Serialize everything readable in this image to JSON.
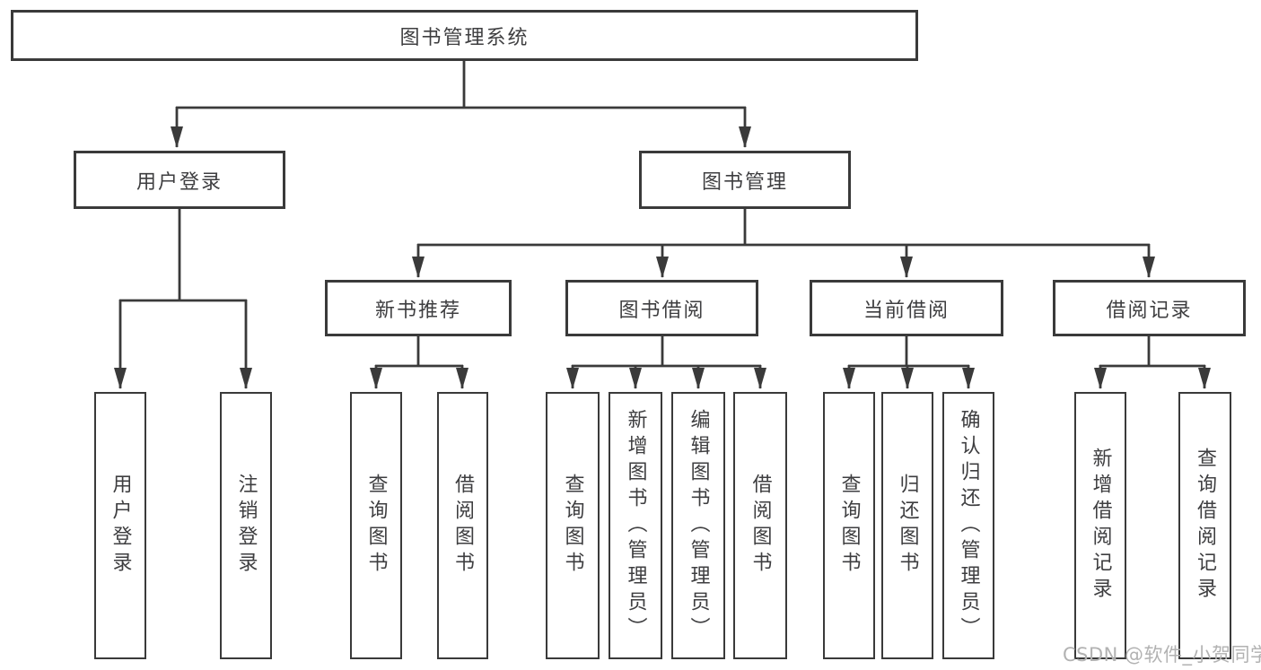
{
  "tree": {
    "root": "图书管理系统",
    "branches": [
      {
        "label": "用户登录",
        "children": [
          "用户登录",
          "注销登录"
        ]
      },
      {
        "label": "图书管理",
        "sections": [
          {
            "label": "新书推荐",
            "children": [
              "查询图书",
              "借阅图书"
            ]
          },
          {
            "label": "图书借阅",
            "children": [
              "查询图书",
              "新增图书（管理员）",
              "编辑图书（管理员）",
              "借阅图书"
            ]
          },
          {
            "label": "当前借阅",
            "children": [
              "查询图书",
              "归还图书",
              "确认归还（管理员）"
            ]
          },
          {
            "label": "借阅记录",
            "children": [
              "新增借阅记录",
              "查询借阅记录"
            ]
          }
        ]
      }
    ]
  },
  "watermark": {
    "text": "CSDN @软件_小贺同学"
  },
  "colors": {
    "line": "#3a3a3a",
    "box_border": "#3a3a3a",
    "text": "#3e3e40",
    "watermark": "#b2b2b2",
    "background": "#ffffff"
  }
}
